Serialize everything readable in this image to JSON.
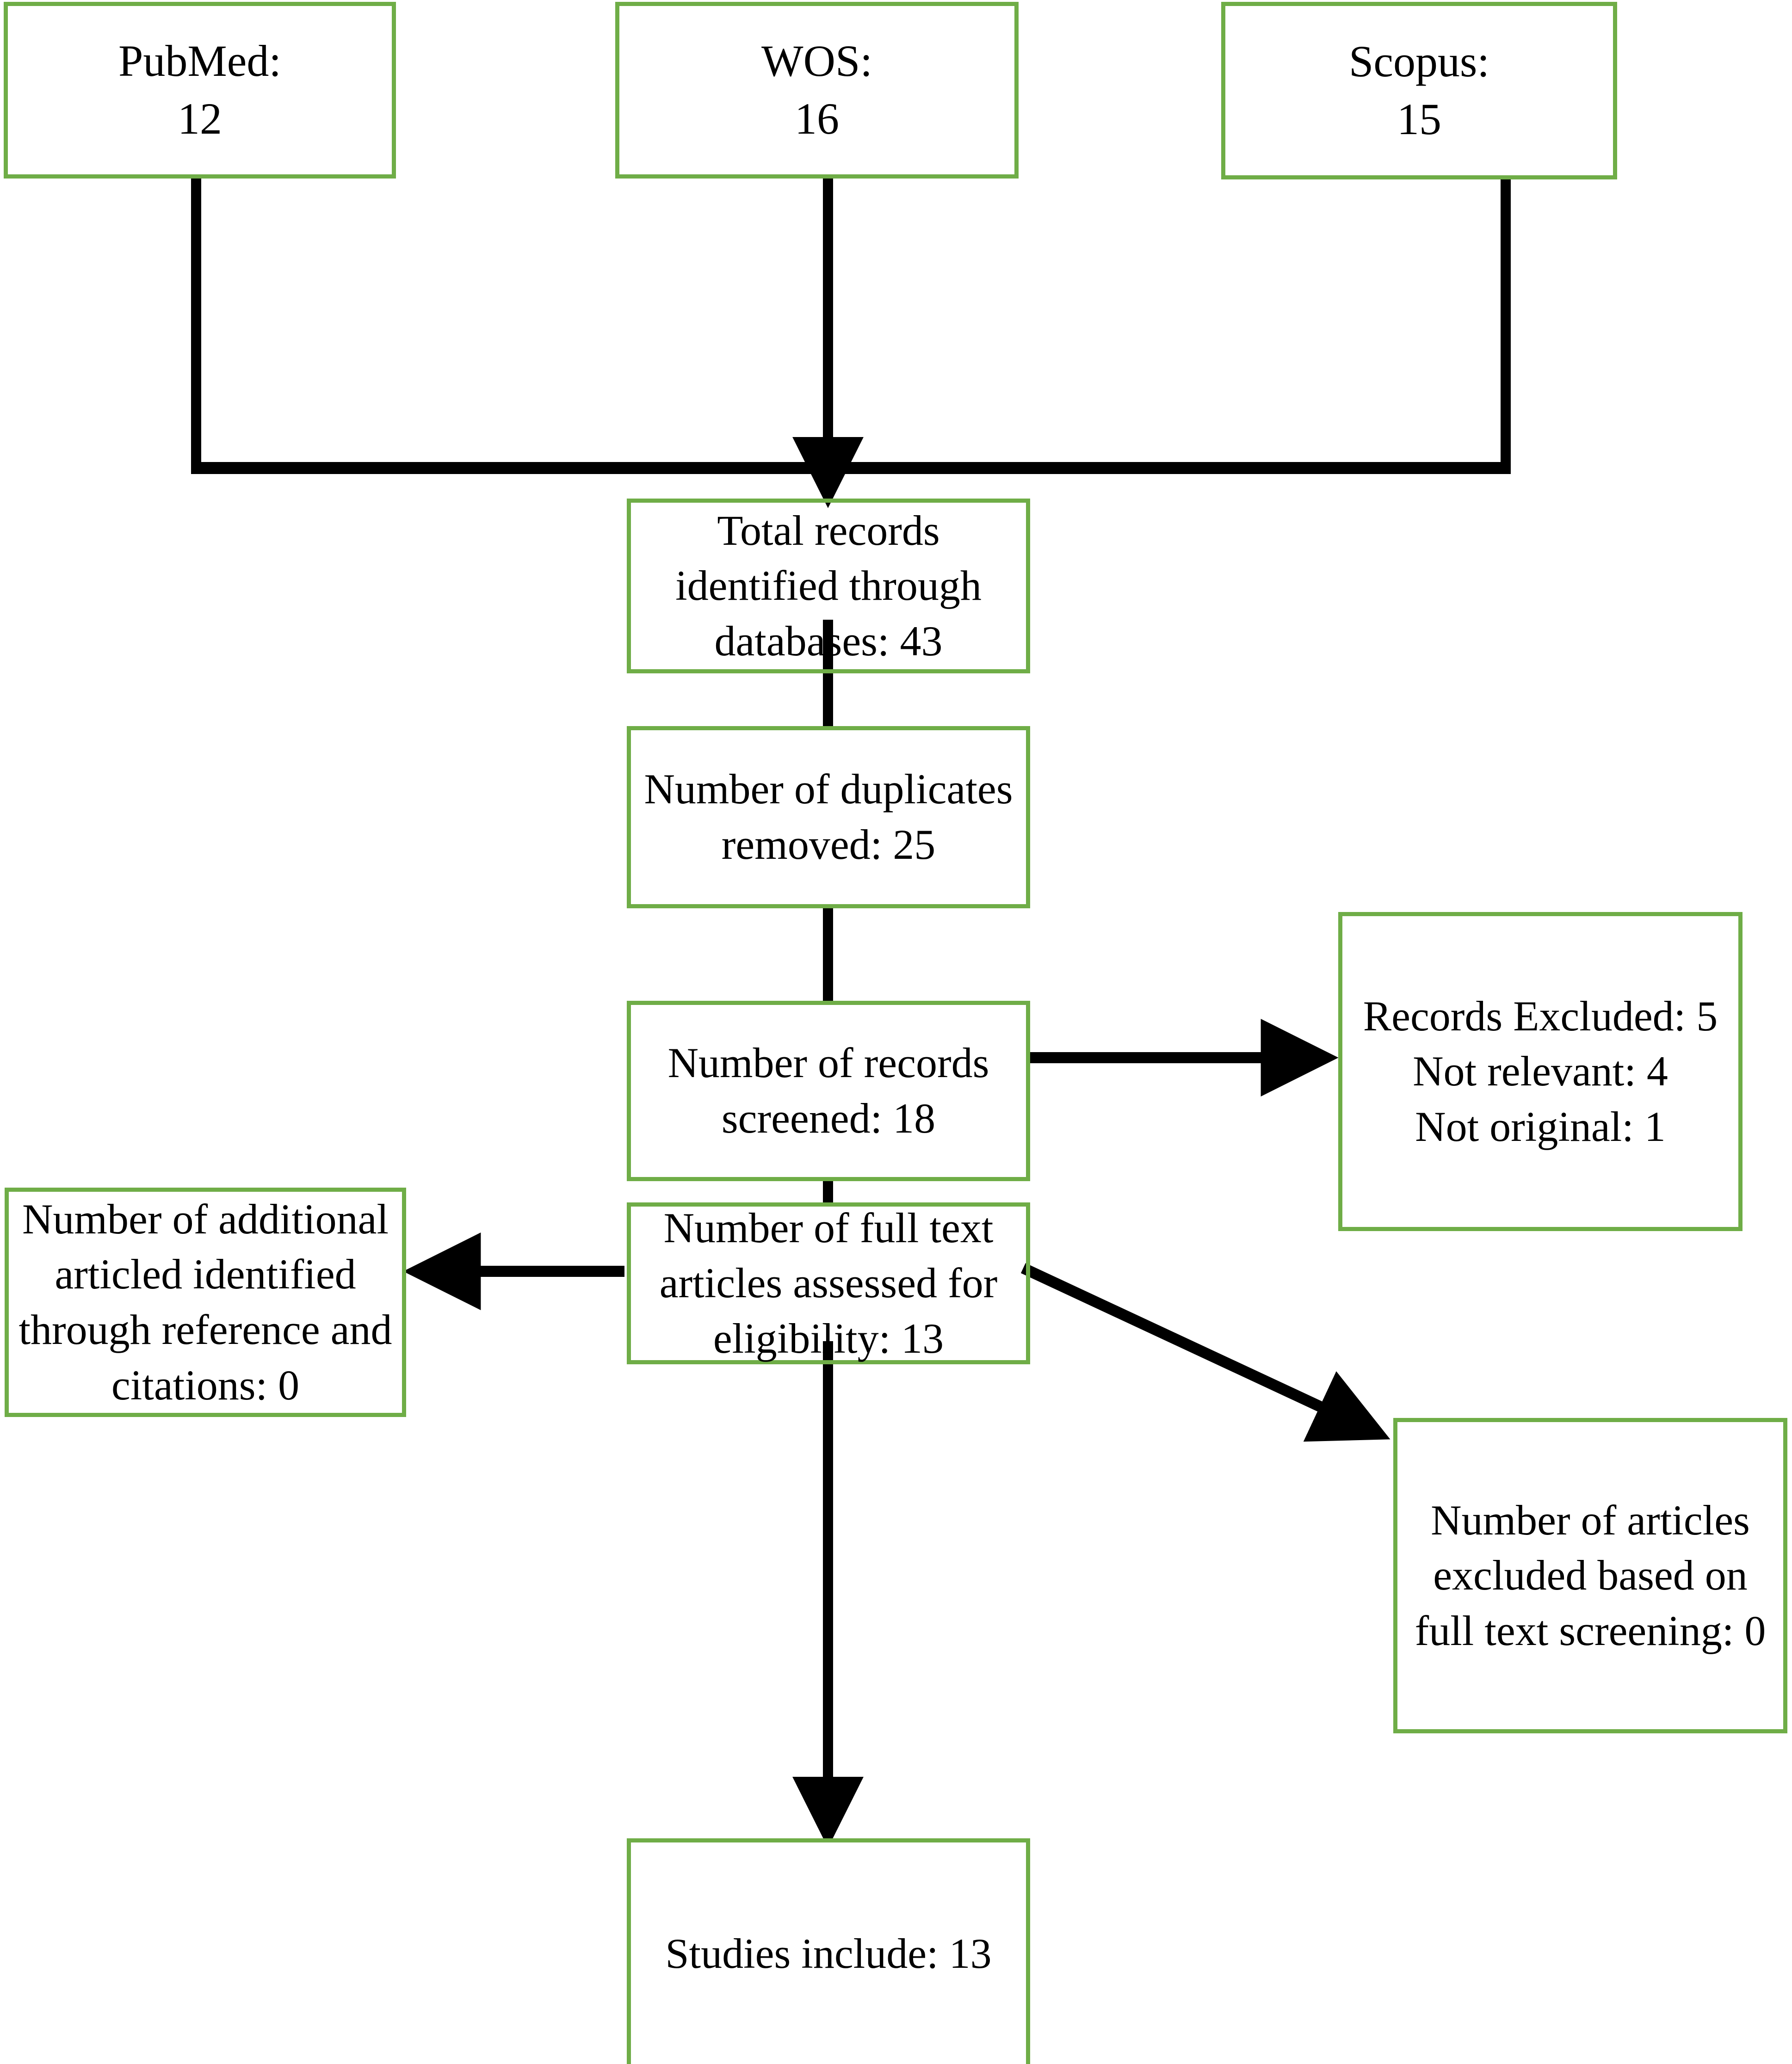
{
  "diagram": {
    "type": "prisma-flow-diagram",
    "accent_color": "#6FAD47",
    "line_color": "#000000",
    "background": "#ffffff"
  },
  "sources": [
    {
      "id": "pubmed",
      "label": "PubMed:",
      "count": "12",
      "text": "PubMed:\n12"
    },
    {
      "id": "wos",
      "label": "WOS:",
      "count": "16",
      "text": "WOS:\n16"
    },
    {
      "id": "scopus",
      "label": "Scopus:",
      "count": "15",
      "text": "Scopus:\n15"
    }
  ],
  "flow": {
    "total_records": {
      "label": "Total records identified through databases:",
      "count": "43",
      "text": "Total records identified through databases: 43"
    },
    "duplicates_removed": {
      "label": "Number of duplicates removed:",
      "count": "25",
      "text": "Number of duplicates removed: 25"
    },
    "records_screened": {
      "label": "Number of records screened:",
      "count": "18",
      "text": "Number of records screened: 18"
    },
    "full_text_assessed": {
      "label": "Number of full text articles assessed for eligibility:",
      "count": "13",
      "text": "Number of full text articles assessed for eligibility: 13"
    },
    "studies_included": {
      "label": "Studies include:",
      "count": "13",
      "text": "Studies include: 13"
    }
  },
  "side_boxes": {
    "records_excluded": {
      "line1": "Records Excluded: 5",
      "line2": "Not relevant: 4",
      "line3": "Not original: 1",
      "text": "Records Excluded: 5\nNot relevant: 4\nNot original: 1"
    },
    "additional_articles": {
      "label": "Number of additional articled identified through reference and citations:",
      "count": "0",
      "text": "Number of additional articled identified through reference and citations: 0"
    },
    "excluded_full_text": {
      "label": "Number of articles excluded based on full text screening:",
      "count": "0",
      "text": "Number of articles excluded based on full text screening: 0"
    }
  },
  "chart_data": {
    "type": "diagram",
    "title": "PRISMA study selection flow",
    "nodes": [
      {
        "id": "pubmed",
        "text": "PubMed: 12",
        "value": 12
      },
      {
        "id": "wos",
        "text": "WOS: 16",
        "value": 16
      },
      {
        "id": "scopus",
        "text": "Scopus: 15",
        "value": 15
      },
      {
        "id": "total_records",
        "text": "Total records identified through databases: 43",
        "value": 43
      },
      {
        "id": "duplicates_removed",
        "text": "Number of duplicates removed: 25",
        "value": 25
      },
      {
        "id": "records_screened",
        "text": "Number of records screened: 18",
        "value": 18
      },
      {
        "id": "records_excluded",
        "text": "Records Excluded: 5 / Not relevant: 4 / Not original: 1",
        "value": 5
      },
      {
        "id": "full_text_assessed",
        "text": "Number of full text articles assessed for eligibility: 13",
        "value": 13
      },
      {
        "id": "additional_articles",
        "text": "Number of additional articled identified through reference and citations: 0",
        "value": 0
      },
      {
        "id": "excluded_full_text",
        "text": "Number of articles excluded based on full text screening: 0",
        "value": 0
      },
      {
        "id": "studies_included",
        "text": "Studies include: 13",
        "value": 13
      }
    ],
    "edges": [
      {
        "from": "pubmed",
        "to": "total_records"
      },
      {
        "from": "wos",
        "to": "total_records"
      },
      {
        "from": "scopus",
        "to": "total_records"
      },
      {
        "from": "total_records",
        "to": "duplicates_removed"
      },
      {
        "from": "duplicates_removed",
        "to": "records_screened"
      },
      {
        "from": "records_screened",
        "to": "records_excluded"
      },
      {
        "from": "records_screened",
        "to": "full_text_assessed"
      },
      {
        "from": "full_text_assessed",
        "to": "additional_articles"
      },
      {
        "from": "full_text_assessed",
        "to": "excluded_full_text"
      },
      {
        "from": "full_text_assessed",
        "to": "studies_included"
      }
    ]
  }
}
